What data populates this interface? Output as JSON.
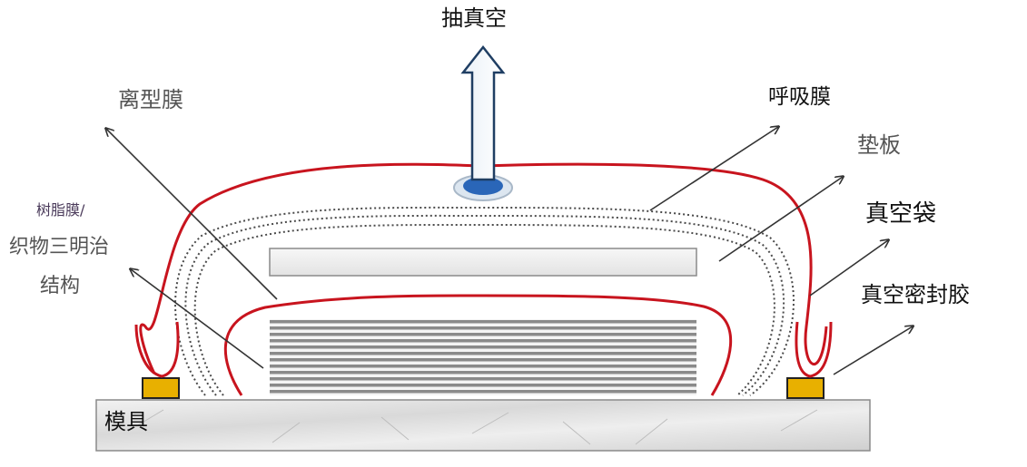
{
  "labels": {
    "vacuum": "抽真空",
    "release_film": "离型膜",
    "breather": "呼吸膜",
    "caul_plate": "垫板",
    "vacuum_bag": "真空袋",
    "sealant": "真空密封胶",
    "laminate_line1": "树脂膜/",
    "laminate_line2": "织物三明治",
    "laminate_line3": "结构",
    "mold": "模具"
  },
  "colors": {
    "bag_line": "#c8141e",
    "sealant_tape": "#e8b000",
    "valve": "#2a66b8",
    "arrow": "#333333",
    "laminate_stripe": "#8a8a8a"
  }
}
